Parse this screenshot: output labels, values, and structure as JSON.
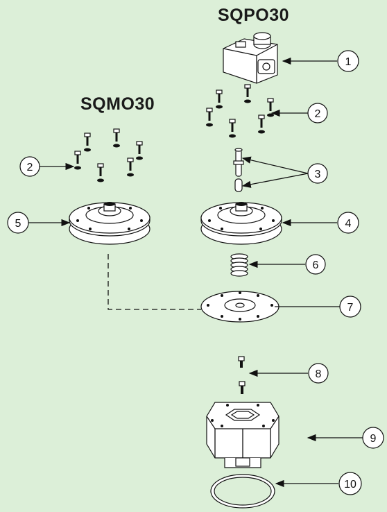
{
  "titles": {
    "right": "SQPO30",
    "left": "SQMO30"
  },
  "callouts": [
    {
      "id": "1",
      "label": "1",
      "part": "solenoid-coil"
    },
    {
      "id": "2a",
      "label": "2",
      "part": "bolts-right"
    },
    {
      "id": "2b",
      "label": "2",
      "part": "bolts-left"
    },
    {
      "id": "3",
      "label": "3",
      "part": "plunger-and-pin"
    },
    {
      "id": "4",
      "label": "4",
      "part": "pilot-cover"
    },
    {
      "id": "5",
      "label": "5",
      "part": "cover"
    },
    {
      "id": "6",
      "label": "6",
      "part": "spring"
    },
    {
      "id": "7",
      "label": "7",
      "part": "diaphragm"
    },
    {
      "id": "8",
      "label": "8",
      "part": "screws"
    },
    {
      "id": "9",
      "label": "9",
      "part": "valve-body"
    },
    {
      "id": "10",
      "label": "10",
      "part": "o-ring"
    }
  ],
  "colors": {
    "background": "#dcefd8",
    "line": "#111111",
    "part_fill": "#ffffff"
  }
}
